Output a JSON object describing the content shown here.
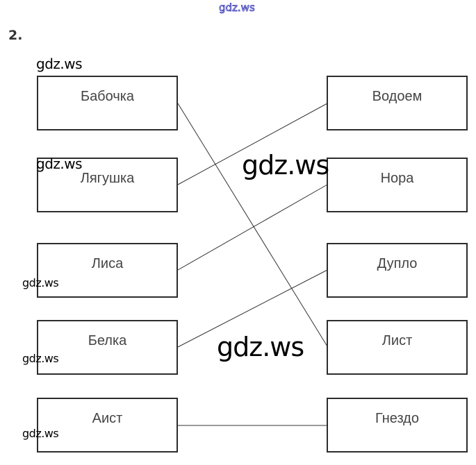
{
  "header": {
    "watermark": "gdz.ws",
    "task_number": "2."
  },
  "left_items": [
    {
      "label": "Бабочка"
    },
    {
      "label": "Лягушка"
    },
    {
      "label": "Лиса"
    },
    {
      "label": "Белка"
    },
    {
      "label": "Аист"
    }
  ],
  "right_items": [
    {
      "label": "Водоем"
    },
    {
      "label": "Нора"
    },
    {
      "label": "Дупло"
    },
    {
      "label": "Лист"
    },
    {
      "label": "Гнездо"
    }
  ],
  "connections": [
    {
      "from": "Бабочка",
      "to": "Лист"
    },
    {
      "from": "Лягушка",
      "to": "Водоем"
    },
    {
      "from": "Лиса",
      "to": "Нора"
    },
    {
      "from": "Белка",
      "to": "Дупло"
    },
    {
      "from": "Аист",
      "to": "Гнездо"
    }
  ],
  "watermarks": {
    "w1": "gdz.ws",
    "w2": "gdz.ws",
    "w3": "gdz.ws",
    "w4": "gdz.ws",
    "w5": "gdz.ws",
    "big1": "gdz.ws",
    "big2": "gdz.ws"
  }
}
